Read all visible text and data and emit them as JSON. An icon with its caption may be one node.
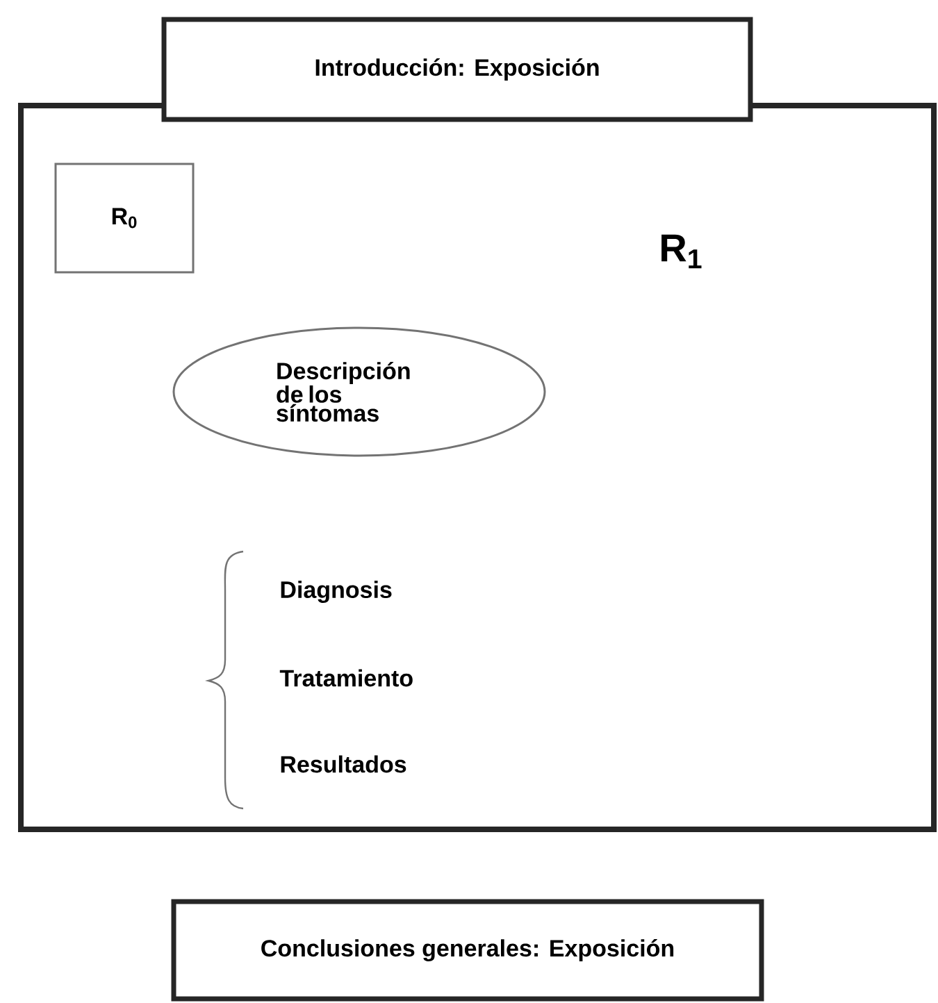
{
  "diagram": {
    "nodes": [
      {
        "text": [
          "Introducción: Exposición"
        ]
      },
      {
        "text": [
          "R$_{1}$"
        ]
      },
      {
        "text": [
          "R$_{0}$"
        ],
        "in": 1
      },
      {
        "text": [
          "Descripción de los síntomas"
        ],
        "in": 1
      },
      {
        "text": [
          "Conclusiones generales: Exposición"
        ]
      }
    ],
    "labels": [
      "Diagnosis",
      "Tratamiento",
      "Resultados"
    ]
  }
}
